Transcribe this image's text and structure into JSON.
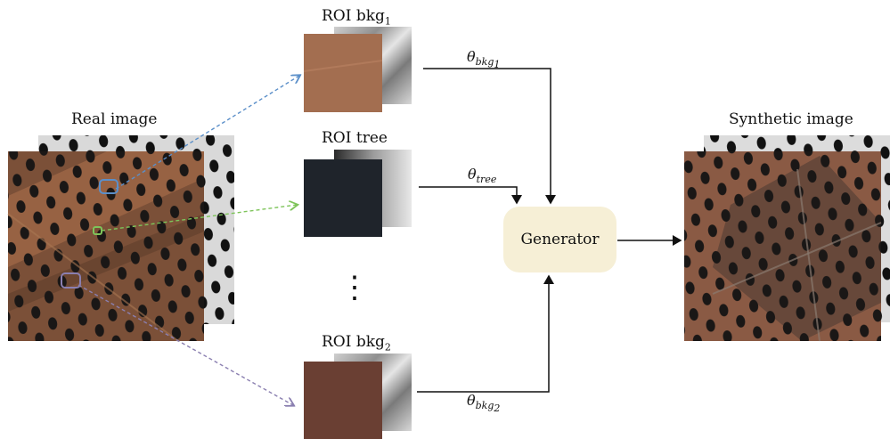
{
  "real_image": {
    "title": "Real image"
  },
  "synthetic_image": {
    "title": "Synthetic image"
  },
  "rois": [
    {
      "title_main": "ROI bkg",
      "title_sub": "1"
    },
    {
      "title_main": "ROI tree",
      "title_sub": ""
    },
    {
      "title_main": "ROI bkg",
      "title_sub": "2"
    }
  ],
  "ellipsis": "⋮",
  "params": [
    {
      "symbol": "θ",
      "sub": "bkg",
      "subsub": "1"
    },
    {
      "symbol": "θ",
      "sub": "tree",
      "subsub": ""
    },
    {
      "symbol": "θ",
      "sub": "bkg",
      "subsub": "2"
    }
  ],
  "generator": {
    "label": "Generator"
  },
  "colors": {
    "roi1_arrow": "#5b8fc9",
    "roi_tree_arrow": "#7ec45a",
    "roi2_arrow": "#8a7fb0",
    "generator_fill": "#f6efd6",
    "soil_brown": "#7b5038"
  }
}
